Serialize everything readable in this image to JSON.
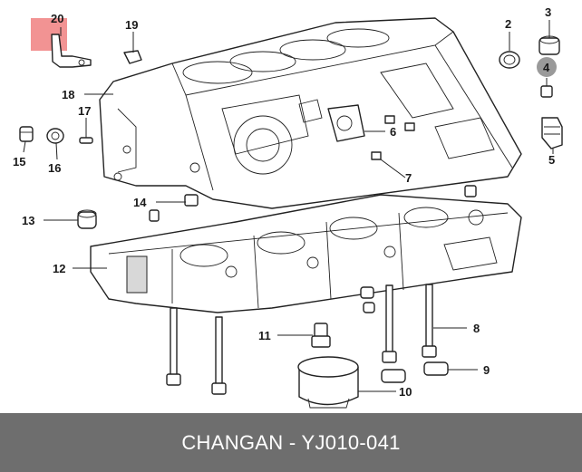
{
  "callouts": [
    "20",
    "19",
    "18",
    "17",
    "15",
    "16",
    "14",
    "13",
    "12",
    "11",
    "2",
    "3",
    "4",
    "5",
    "6",
    "7",
    "8",
    "9",
    "10"
  ],
  "colors": {
    "footer_bg": "#6e6e6e",
    "footer_text": "#ffffff",
    "highlight": "#f08080",
    "badge": "#9a9a9a"
  },
  "footer": {
    "text": "CHANGAN - YJ010-041"
  }
}
